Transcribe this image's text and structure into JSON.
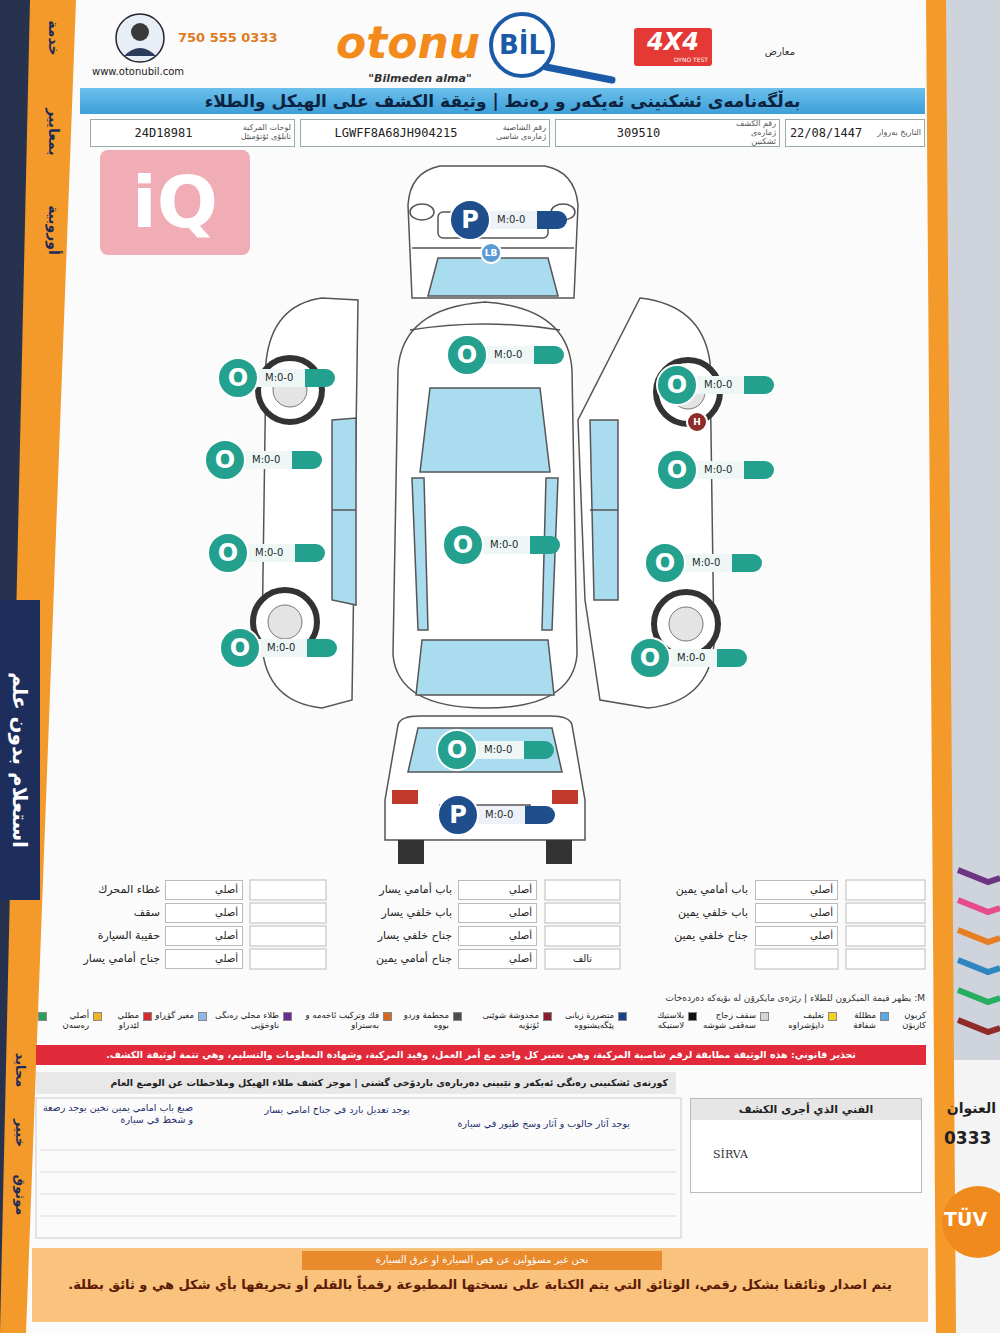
{
  "diagram": {
    "nodes": [
      {
        "text": [
          "بەڵگەنامەی ئشکنینی ئەیکەر و رەنط | وثيقة الكشف على الهيكل والطلاء"
        ]
      },
      {
        "text": [
          "التاريخ بەروار",
          "22/08/1447"
        ]
      },
      {
        "text": [
          "رقم الكشف ژمارەی ئشکنین",
          "309510"
        ]
      },
      {
        "text": [
          "رقم الشاصية ژمارەی شاسی",
          "LGWFF8A68JH904215"
        ]
      },
      {
        "text": [
          "لوحات المركبة تابلۆی ئۆتۆمبێل",
          "24D18981"
        ]
      },
      {
        "text": [
          "P",
          "M:0-0"
        ]
      },
      {
        "text": [
          "LB"
        ]
      },
      {
        "text": [
          "O",
          "M:0-0"
        ]
      },
      {
        "text": [
          "O",
          "M:0-0"
        ]
      },
      {
        "text": [
          "O",
          "M:0-0"
        ]
      },
      {
        "text": [
          "H"
        ]
      },
      {
        "text": [
          "O",
          "M:0-0"
        ]
      },
      {
        "text": [
          "O",
          "M:0-0"
        ]
      },
      {
        "text": [
          "O",
          "M:0-0"
        ]
      },
      {
        "text": [
          "O",
          "M:0-0"
        ]
      },
      {
        "text": [
          "O",
          "M:0-0"
        ]
      },
      {
        "text": [
          "O",
          "M:0-0"
        ]
      },
      {
        "text": [
          "O",
          "M:0-0"
        ]
      },
      {
        "text": [
          "O",
          "M:0-0"
        ]
      },
      {
        "text": [
          "P",
          "M:0-0"
        ]
      },
      {
        "text": [
          "تحذير قانوني: هذه الوثيقة مطابقة لرقم شاصية المركبة، وهي تعتبر كل واحد مع أمر العمل، وقيد المركبة، وشهادة المعلومات والتسليم، وهي تتمة لوثيقة الكشف."
        ]
      },
      {
        "text": [
          "کورتەی ئشکنینی رەنگی ئەیکەر و تێبینی دەربارەی باردۆخی گشتی | موجز كشف طلاء الهيكل وملاحظات عن الوضع العام"
        ]
      },
      {
        "text": [
          "الفني الذي أجرى الكشف",
          "SİRVA"
        ]
      },
      {
        "text": [
          "يتم اصدار وثائقنا بشكل رقمي، الوثائق التي يتم الكتابة على نسختها المطبوعة رقمياً بالقلم أو تحريفها بأي شكل هي و ثائق بطلة."
        ]
      },
      {
        "text": [
          "نحن غير مسؤولين عن قص السيارة او غرق السيارة"
        ],
        "in": 23
      }
    ],
    "labels": [
      "750 555 0333",
      "www.otonubil.com",
      "otonu",
      "BİL",
      "\"Bilmeden alma\"",
      "4X4",
      "DYNO TEST",
      "معارض",
      "خدمة",
      "بمعايير",
      "أوروبية",
      "استعلام بدون علم",
      "محايد",
      "خبير",
      "موثوق",
      "iQ",
      "باب أمامي يمين",
      "أصلي",
      "باب أمامي يسار",
      "أصلي",
      "غطاء المحرك",
      "أصلي",
      "باب خلفي يمين",
      "أصلي",
      "باب خلفي يسار",
      "أصلي",
      "سقف",
      "أصلي",
      "جناح خلفي يمين",
      "أصلي",
      "جناح خلفي يسار",
      "أصلي",
      "حقيبة السيارة",
      "أصلي",
      "جناح أمامي يمين",
      "أصلي",
      "تالف",
      "جناح أمامي يسار",
      "أصلي",
      "M: يظهر قيمة الميكرون للطلاء | رێژەی مایکرۆن لە بۆیەکە دەردەخات",
      "يوجد آثار حالوب و آثار وسخ طيور في سيارة",
      "يوجد تعديل بارد في جناح امامي يسار",
      "صبغ باب امامي يمين تخين يوجد رصعة و شخط في سيارة",
      "العنوان",
      "0333",
      "TÜV"
    ],
    "legend": [
      {
        "text": "كربون كاربۆن",
        "color": "#5aa9e0"
      },
      {
        "text": "مظللة شفافة",
        "color": "#f2d21b"
      },
      {
        "text": "تغليف داپۆشراوە",
        "color": "#d4d4d4"
      },
      {
        "text": "سقف زجاج سەقفی شوشە",
        "color": "#111111"
      },
      {
        "text": "بلاستيك لاستیکە",
        "color": "#1d3f8f"
      },
      {
        "text": "متضررة زیانی پێگەیشتووە",
        "color": "#8a1c2b"
      },
      {
        "text": "مخدوشة شوێنی ئۆتۆیە",
        "color": "#4d4d4d"
      },
      {
        "text": "محطمة وردو بووە",
        "color": "#d2691e"
      },
      {
        "text": "فك وتركيب ئاخەمە و بەستراو",
        "color": "#6a2c91"
      },
      {
        "text": "طلاء محلي رەنگی ناوخۆیی",
        "color": "#8fb8e8"
      },
      {
        "text": "مغير گۆڕاو",
        "color": "#d62b2b"
      },
      {
        "text": "مطلي لێدراو",
        "color": "#f0b323"
      },
      {
        "text": "أصلي رەسەن",
        "color": "#2e9e5b"
      }
    ]
  }
}
